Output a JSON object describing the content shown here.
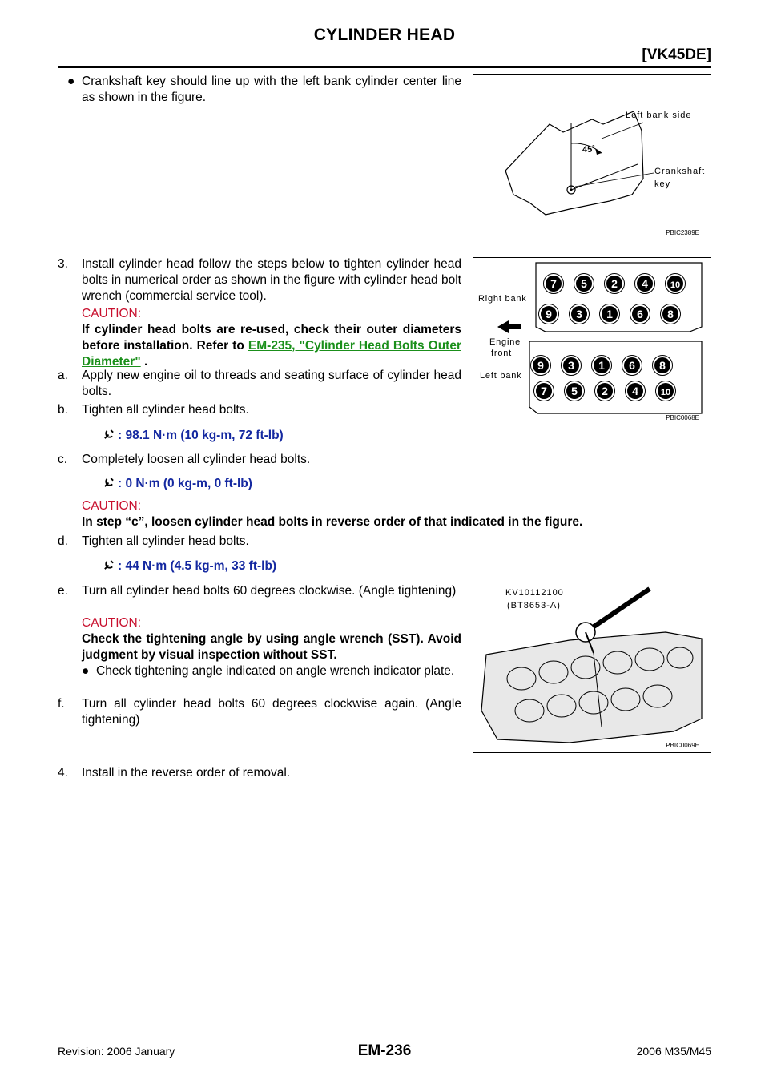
{
  "header": {
    "title": "CYLINDER HEAD",
    "model": "[VK45DE]"
  },
  "steps": {
    "bullet_crank": "Crankshaft key should line up with the left bank cylinder center line as shown in the figure.",
    "s3_num": "3.",
    "s3": "Install cylinder head follow the steps below to tighten cylinder head bolts in numerical order as shown in the figure with cylinder head bolt wrench (commercial service tool).",
    "s3_caution_label": "CAUTION:",
    "s3_caution_pre": "If cylinder head bolts are re-used, check their outer diameters before installation. Refer to",
    "s3_caution_link": "EM-235, \"Cylinder Head Bolts Outer Diameter\"",
    "s3_caution_post": ".",
    "a_num": "a.",
    "a": "Apply new engine oil to threads and seating surface of cylinder head bolts.",
    "b_num": "b.",
    "b": "Tighten all cylinder head bolts.",
    "b_spec": ": 98.1 N·m (10 kg-m, 72 ft-lb)",
    "c_num": "c.",
    "c": "Completely loosen all cylinder head bolts.",
    "c_spec": ": 0 N·m (0 kg-m, 0 ft-lb)",
    "c_caution_label": "CAUTION:",
    "c_caution": "In step “c”, loosen cylinder head bolts in reverse order of that indicated in the figure.",
    "d_num": "d.",
    "d": "Tighten all cylinder head bolts.",
    "d_spec": ": 44 N·m (4.5 kg-m, 33 ft-lb)",
    "e_num": "e.",
    "e": "Turn all cylinder head bolts 60 degrees clockwise. (Angle tightening)",
    "e_caution_label": "CAUTION:",
    "e_caution": "Check the tightening angle by using angle wrench (SST). Avoid judgment by visual inspection without  SST.",
    "e_bullet": "Check tightening angle indicated on angle wrench indicator plate.",
    "f_num": "f.",
    "f": "Turn all cylinder head bolts 60 degrees clockwise again. (Angle tightening)",
    "s4_num": "4.",
    "s4": "Install in the reverse order of removal."
  },
  "fig1": {
    "left_bank": "Left bank side",
    "angle": "45˚",
    "crank": "Crankshaft",
    "key": "key",
    "id": "PBIC2389E"
  },
  "fig2": {
    "right_bank": "Right bank",
    "engine": "Engine",
    "front": "front",
    "left_bank": "Left bank",
    "id": "PBIC0068E",
    "top_row1": [
      "7",
      "5",
      "2",
      "4",
      "10"
    ],
    "top_row2": [
      "9",
      "3",
      "1",
      "6",
      "8"
    ],
    "bot_row1": [
      "9",
      "3",
      "1",
      "6",
      "8"
    ],
    "bot_row2": [
      "7",
      "5",
      "2",
      "4",
      "10"
    ]
  },
  "fig3": {
    "tool1": "KV10112100",
    "tool2": "(BT8653-A)",
    "id": "PBIC0069E"
  },
  "footer": {
    "revision": "Revision: 2006 January",
    "page": "EM-236",
    "vehicle": "2006 M35/M45"
  }
}
